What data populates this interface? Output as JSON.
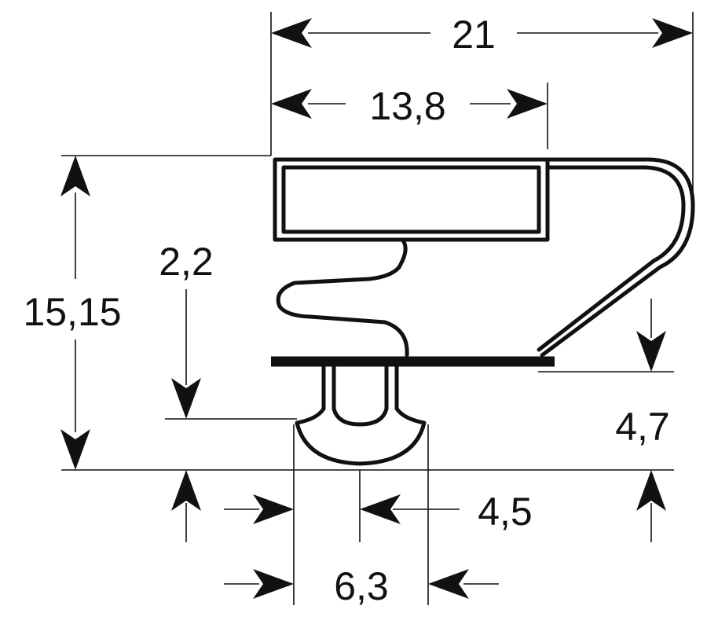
{
  "dimensions": {
    "overall_width": "21",
    "chamber_width": "13,8",
    "overall_height": "15,15",
    "dart_height": "2,2",
    "lip_height": "4,7",
    "dart_offset": "4,5",
    "dart_width": "6,3"
  },
  "colors": {
    "line": "#111111",
    "background": "#ffffff"
  }
}
